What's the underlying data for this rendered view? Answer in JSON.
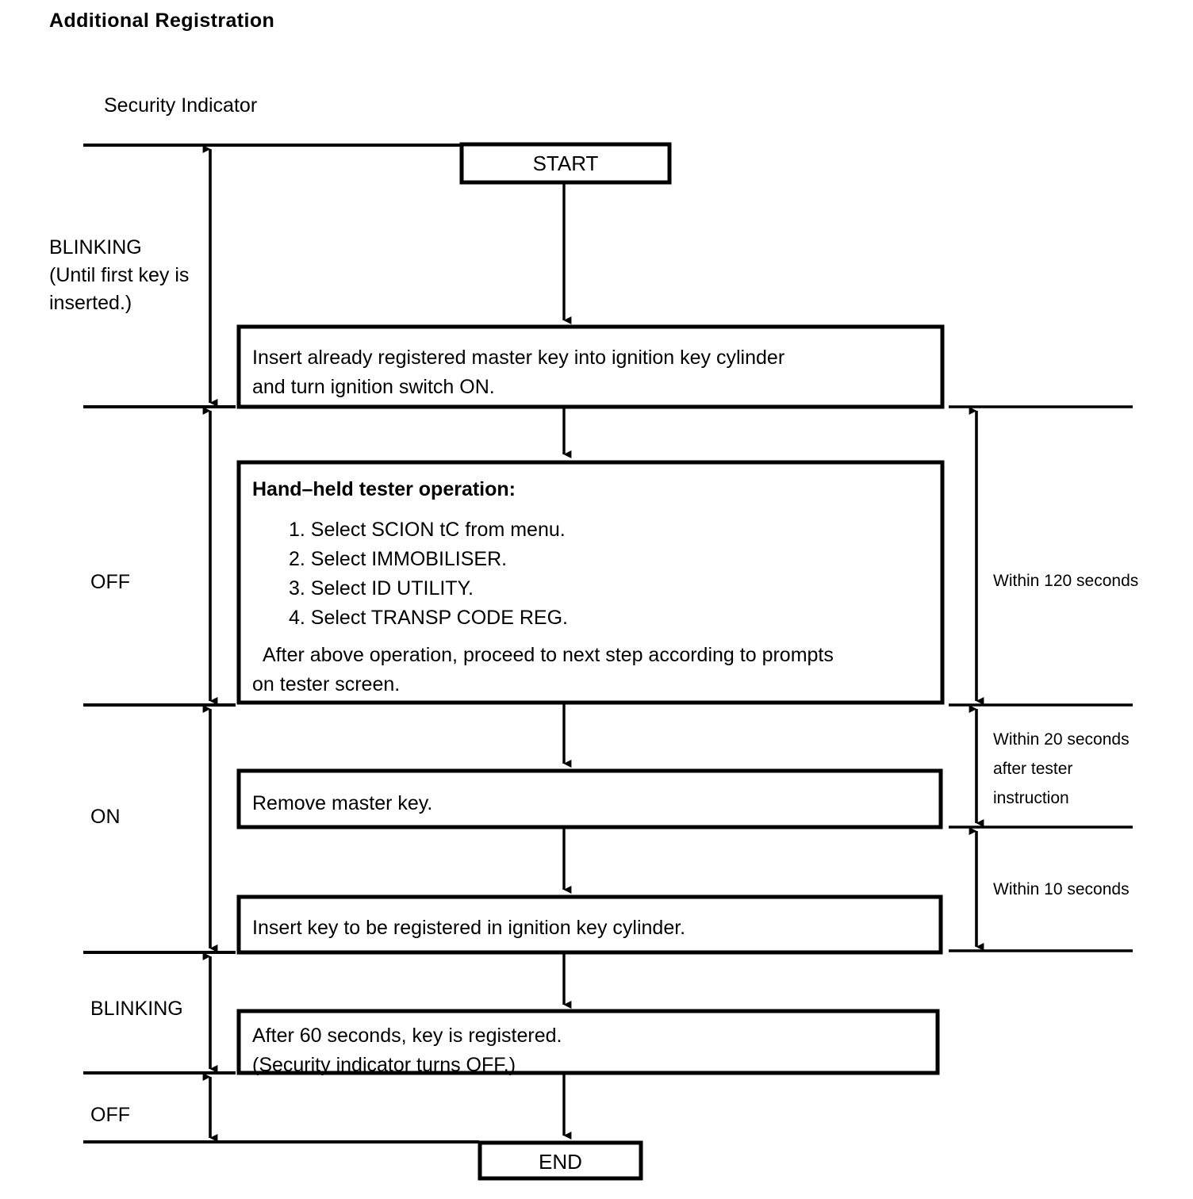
{
  "title": "Additional Registration",
  "legend": {
    "security_indicator_label": "Security Indicator"
  },
  "indicator_states": [
    {
      "label": "BLINKING",
      "note_line1": "(Until first key is",
      "note_line2": "inserted.)"
    },
    {
      "label": "OFF"
    },
    {
      "label": "ON"
    },
    {
      "label": "BLINKING"
    },
    {
      "label": "OFF"
    }
  ],
  "flow": {
    "start": "START",
    "end": "END",
    "steps": [
      {
        "name": "insert-master-key",
        "lines": [
          "Insert already registered master key into ignition key cylinder",
          "and turn ignition switch ON."
        ]
      },
      {
        "name": "hand-held-tester",
        "heading": "Hand–held tester operation:",
        "numbered": [
          "1. Select SCION tC from menu.",
          "2. Select IMMOBILISER.",
          "3. Select ID UTILITY.",
          "4. Select TRANSP CODE REG."
        ],
        "lines": [
          "After above operation, proceed to next step according to prompts",
          "on tester screen."
        ]
      },
      {
        "name": "remove-master-key",
        "lines": [
          "Remove master key."
        ]
      },
      {
        "name": "insert-new-key",
        "lines": [
          "Insert key to be registered in ignition key cylinder."
        ]
      },
      {
        "name": "key-registered",
        "lines": [
          "After 60 seconds, key is registered.",
          "(Security indicator turns OFF.)"
        ]
      }
    ]
  },
  "timings": [
    {
      "name": "within-120-seconds",
      "line1": "Within 120 seconds",
      "line2": "",
      "line3": ""
    },
    {
      "name": "within-20-seconds",
      "line1": "Within 20 seconds",
      "line2": "after tester",
      "line3": "instruction"
    },
    {
      "name": "within-10-seconds",
      "line1": "Within 10 seconds",
      "line2": "",
      "line3": ""
    }
  ],
  "colors": {
    "ink": "#000000",
    "background": "#ffffff"
  }
}
